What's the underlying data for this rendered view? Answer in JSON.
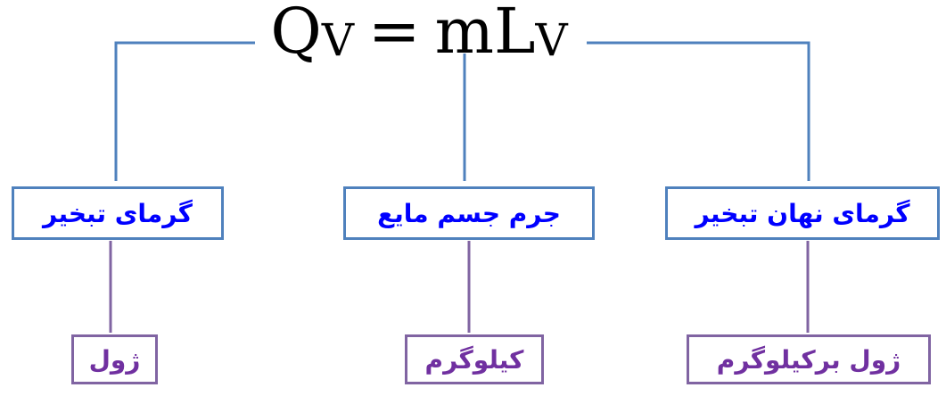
{
  "formula": {
    "q": "Q",
    "q_sub": "V",
    "equals": "=",
    "m": "m",
    "l": "L",
    "l_sub": "V"
  },
  "quantities": [
    {
      "label": "گرمای تبخیر"
    },
    {
      "label": "جرم جسم مایع"
    },
    {
      "label": "گرمای نهان تبخیر"
    }
  ],
  "units": [
    {
      "label": "ژول"
    },
    {
      "label": "کیلوگرم"
    },
    {
      "label": "ژول برکیلوگرم"
    }
  ],
  "colors": {
    "quantity_border": "#4f81bd",
    "quantity_text": "#0000ff",
    "unit_border": "#8064a2",
    "unit_text": "#7030a0",
    "connector_blue": "#4f81bd",
    "connector_purple": "#8064a2"
  }
}
